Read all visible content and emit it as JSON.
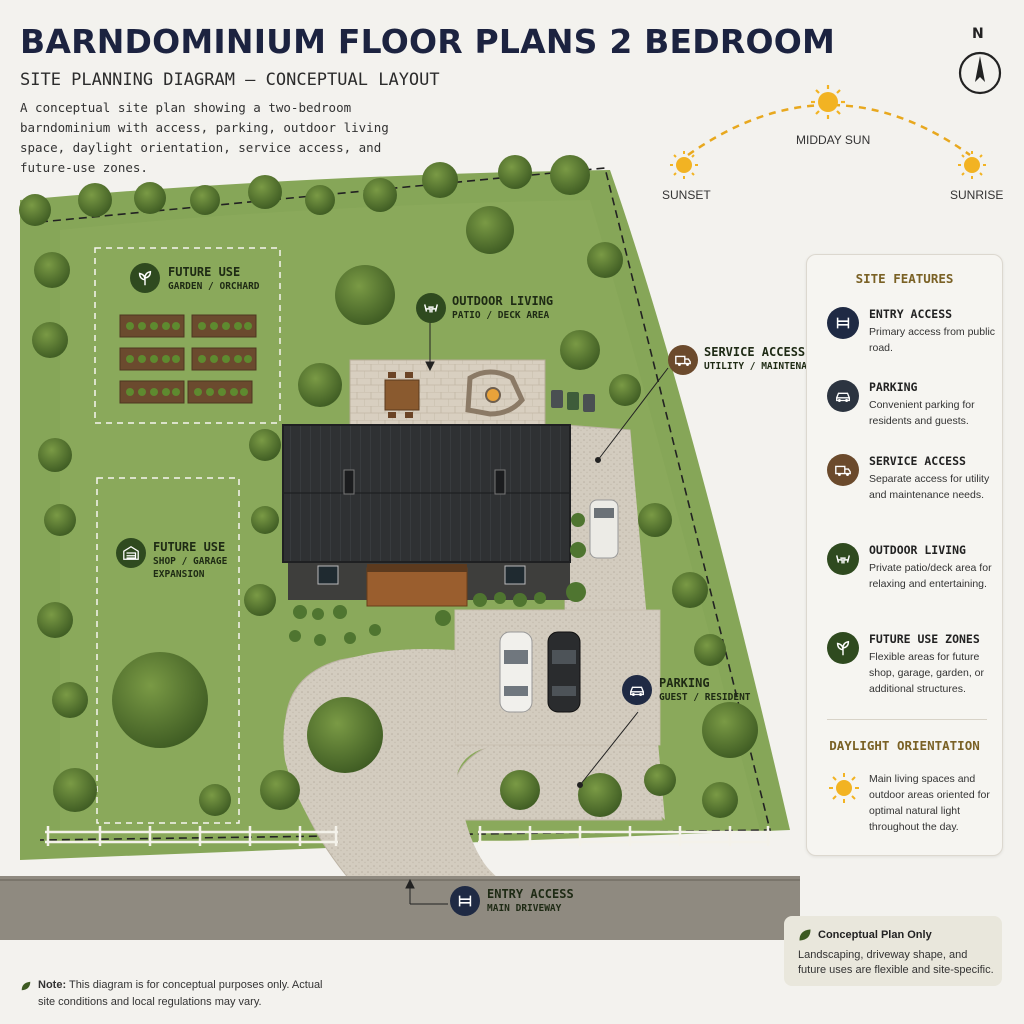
{
  "header": {
    "title": "BARNDOMINIUM FLOOR PLANS 2 BEDROOM",
    "subtitle": "SITE PLANNING DIAGRAM – CONCEPTUAL LAYOUT",
    "description": "A conceptual site plan showing a two-bedroom barndominium with access, parking, outdoor living space, daylight orientation, service access, and future-use zones."
  },
  "compass": {
    "label": "N",
    "icon": "north-arrow-icon"
  },
  "sun_path": {
    "sunset": "SUNSET",
    "midday": "MIDDAY SUN",
    "sunrise": "SUNRISE",
    "icon": "sun-icon",
    "color": "#e8a81e"
  },
  "map_labels": {
    "future_garden": {
      "title": "FUTURE USE",
      "subtitle": "GARDEN / ORCHARD",
      "icon": "sprout-icon"
    },
    "outdoor_living": {
      "title": "OUTDOOR LIVING",
      "subtitle": "PATIO / DECK AREA",
      "icon": "patio-chairs-icon"
    },
    "service_access": {
      "title": "SERVICE ACCESS",
      "subtitle": "UTILITY / MAINTENANCE",
      "icon": "van-icon"
    },
    "future_shop": {
      "title": "FUTURE USE",
      "subtitle": "SHOP / GARAGE",
      "subtitle2": "EXPANSION",
      "icon": "garage-icon"
    },
    "parking": {
      "title": "PARKING",
      "subtitle": "GUEST / RESIDENT",
      "icon": "car-icon"
    },
    "entry": {
      "title": "ENTRY ACCESS",
      "subtitle": "MAIN DRIVEWAY",
      "icon": "gate-icon"
    }
  },
  "site_features": {
    "title": "SITE FEATURES",
    "items": [
      {
        "title": "ENTRY ACCESS",
        "description": "Primary access from public road.",
        "icon": "gate-icon",
        "color": "#1f2a44"
      },
      {
        "title": "PARKING",
        "description": "Convenient parking for residents and guests.",
        "icon": "car-icon",
        "color": "#2c3440"
      },
      {
        "title": "SERVICE ACCESS",
        "description": "Separate access for utility and maintenance needs.",
        "icon": "van-icon",
        "color": "#6b4a2c"
      },
      {
        "title": "OUTDOOR LIVING",
        "description": "Private patio/deck area for relaxing and entertaining.",
        "icon": "patio-chairs-icon",
        "color": "#2f4a1f"
      },
      {
        "title": "FUTURE USE ZONES",
        "description": "Flexible areas for future shop, garage, garden, or additional structures.",
        "icon": "sprout-icon",
        "color": "#2f4a1f"
      }
    ],
    "daylight": {
      "title": "DAYLIGHT ORIENTATION",
      "description": "Main living spaces and outdoor areas oriented for optimal natural light throughout the day.",
      "icon": "sun-icon"
    }
  },
  "conceptual_box": {
    "title": "Conceptual Plan Only",
    "description": "Landscaping, driveway shape, and future uses are flexible and site-specific.",
    "icon": "leaf-icon"
  },
  "footer_note": {
    "label": "Note:",
    "text": "This diagram is for conceptual purposes only. Actual site conditions and local regulations may vary.",
    "icon": "leaf-icon"
  },
  "colors": {
    "title": "#1c2340",
    "grass": "#7fa050",
    "roof": "#2e3032",
    "driveway": "#cfc8bb",
    "accent_gold": "#7a6125"
  }
}
